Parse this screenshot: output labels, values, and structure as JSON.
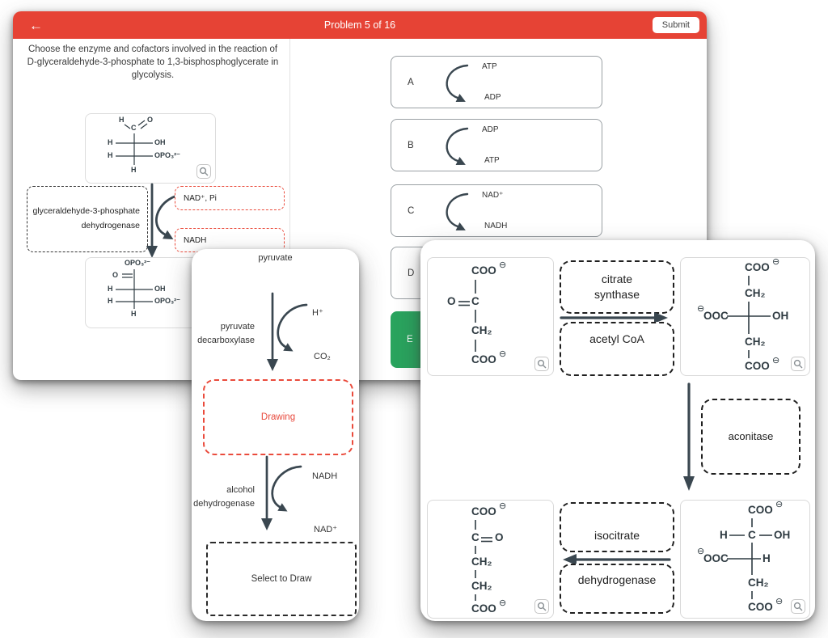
{
  "header": {
    "back_icon": "←",
    "title": "Problem 5 of 16",
    "submit_label": "Submit"
  },
  "colors": {
    "header_red": "#e64335",
    "dashed_red": "#ea4b3c",
    "selected_green": "#29a45e",
    "ink": "#3a4750"
  },
  "question": "Choose the enzyme and cofactors involved in the reaction of D-glyceraldehyde-3-phosphate to 1,3-bisphosphoglycerate in glycolysis.",
  "reaction": {
    "enzyme_line1": "glyceraldehyde-3-phosphate",
    "enzyme_line2": "dehydrogenase",
    "cofactor_in": "NAD⁺, Pi",
    "cofactor_out": "NADH"
  },
  "options": [
    {
      "letter": "A",
      "top": "ATP",
      "bottom": "ADP"
    },
    {
      "letter": "B",
      "top": "ADP",
      "bottom": "ATP"
    },
    {
      "letter": "C",
      "top": "NAD⁺",
      "bottom": "NADH"
    },
    {
      "letter": "D"
    },
    {
      "letter": "E"
    }
  ],
  "pyruvate_panel": {
    "substrate": "pyruvate",
    "enzyme1_line1": "pyruvate",
    "enzyme1_line2": "decarboxylase",
    "in1": "H⁺",
    "out1": "CO₂",
    "drawing_label": "Drawing",
    "enzyme2_line1": "alcohol",
    "enzyme2_line2": "dehydrogenase",
    "in2": "NADH",
    "out2": "NAD⁺",
    "select_label": "Select to Draw"
  },
  "tca_panel": {
    "enzyme1_line1": "citrate",
    "enzyme1_line2": "synthase",
    "cofactor1": "acetyl CoA",
    "enzyme2": "aconitase",
    "enzyme3_line1": "isocitrate",
    "enzyme3_line2": "dehydrogenase"
  },
  "chem": {
    "coo": "COO",
    "minus": "⊖",
    "ch2": "CH₂",
    "c": "C",
    "o": "O",
    "h": "H",
    "oh": "OH",
    "ooc": "OOC",
    "opo": "OPO₃²⁻"
  }
}
